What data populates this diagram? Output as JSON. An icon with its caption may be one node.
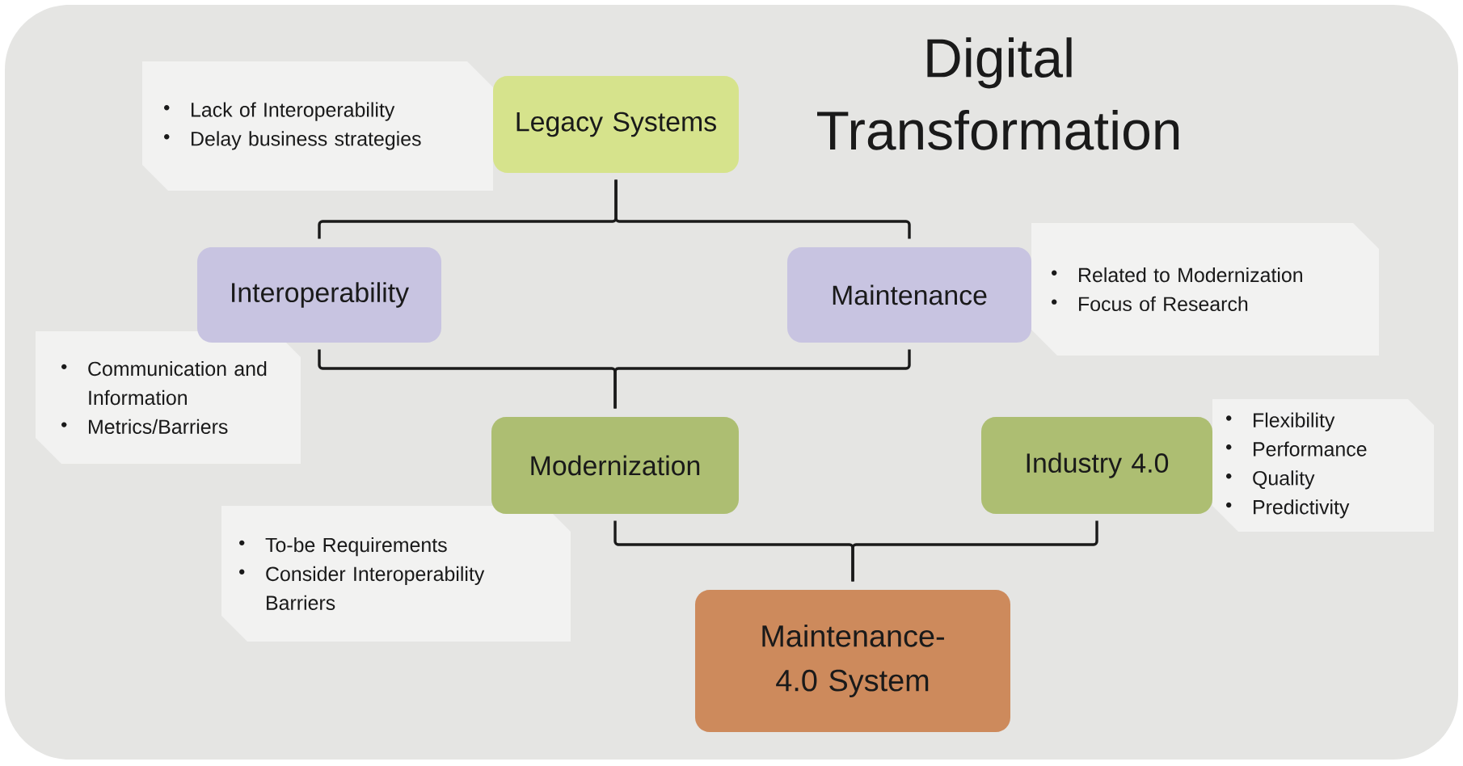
{
  "diagram": {
    "title": "Digital Transformation",
    "nodes": [
      {
        "text": [
          "Lack of Interoperability",
          "Delay business strategies"
        ]
      },
      {
        "text": [
          "Legacy Systems"
        ]
      },
      {
        "text": [
          "Interoperability"
        ]
      },
      {
        "text": [
          "Maintenance"
        ]
      },
      {
        "text": [
          "Related to Modernization",
          "Focus of Research"
        ]
      },
      {
        "text": [
          "Communication and Information",
          "Metrics/Barriers"
        ]
      },
      {
        "text": [
          "Modernization"
        ]
      },
      {
        "text": [
          "Industry 4.0"
        ]
      },
      {
        "text": [
          "Flexibility",
          "Performance",
          "Quality",
          "Predictivity"
        ]
      },
      {
        "text": [
          "To-be Requirements",
          "Consider Interoperability Barriers"
        ]
      },
      {
        "text": [
          "Maintenance-4.0 System"
        ]
      }
    ],
    "edges": [
      {
        "from": 1,
        "to": 2,
        "arrow": "none"
      },
      {
        "from": 1,
        "to": 3,
        "arrow": "none"
      },
      {
        "from": 2,
        "to": 6,
        "arrow": "none"
      },
      {
        "from": 3,
        "to": 6,
        "arrow": "none"
      },
      {
        "from": 6,
        "to": 10,
        "arrow": "none"
      },
      {
        "from": 7,
        "to": 10,
        "arrow": "none"
      }
    ]
  }
}
